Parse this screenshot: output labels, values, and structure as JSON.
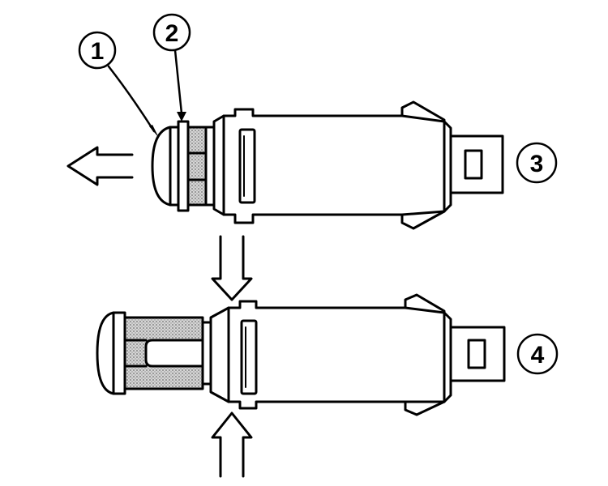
{
  "callouts": [
    {
      "id": 1,
      "label": "1"
    },
    {
      "id": 2,
      "label": "2"
    },
    {
      "id": 3,
      "label": "3"
    },
    {
      "id": 4,
      "label": "4"
    }
  ],
  "colors": {
    "ink": "#000000",
    "paper": "#ffffff",
    "stipple": "#bdbdbd",
    "stipple_dark": "#8a8a8a"
  },
  "icons": {
    "pull_arrow": "left-arrow-icon",
    "press_arrow_top": "down-arrow-icon",
    "press_arrow_bottom": "up-arrow-icon"
  }
}
